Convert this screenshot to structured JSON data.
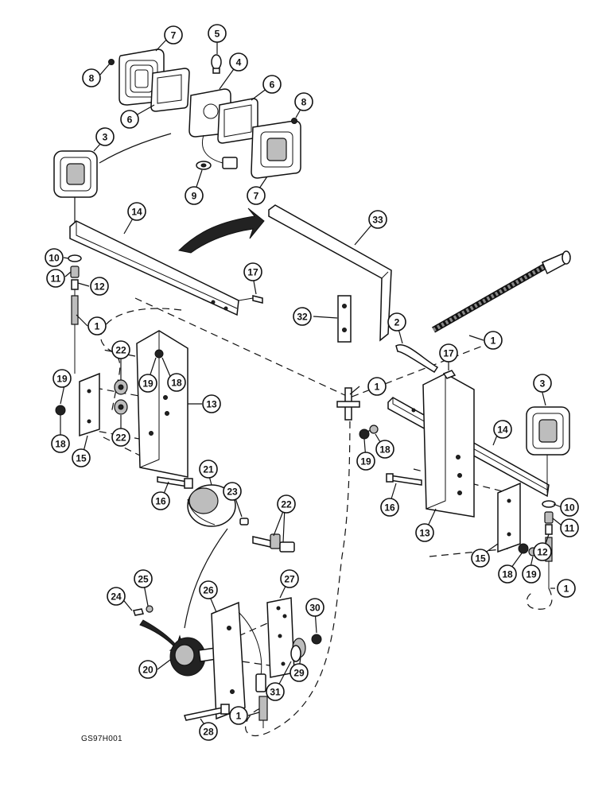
{
  "figure_code": "GS97H001",
  "callouts": [
    {
      "id": "c8a",
      "label": "8"
    },
    {
      "id": "c7a",
      "label": "7"
    },
    {
      "id": "c5",
      "label": "5"
    },
    {
      "id": "c6a",
      "label": "6"
    },
    {
      "id": "c4",
      "label": "4"
    },
    {
      "id": "c6b",
      "label": "6"
    },
    {
      "id": "c8b",
      "label": "8"
    },
    {
      "id": "c3a",
      "label": "3"
    },
    {
      "id": "c9",
      "label": "9"
    },
    {
      "id": "c7b",
      "label": "7"
    },
    {
      "id": "c33",
      "label": "33"
    },
    {
      "id": "c14a",
      "label": "14"
    },
    {
      "id": "c10a",
      "label": "10"
    },
    {
      "id": "c11a",
      "label": "11"
    },
    {
      "id": "c12a",
      "label": "12"
    },
    {
      "id": "c17a",
      "label": "17"
    },
    {
      "id": "c32",
      "label": "32"
    },
    {
      "id": "c1a",
      "label": "1"
    },
    {
      "id": "c2",
      "label": "2"
    },
    {
      "id": "c1b",
      "label": "1"
    },
    {
      "id": "c22a",
      "label": "22"
    },
    {
      "id": "c19a",
      "label": "19"
    },
    {
      "id": "c18a",
      "label": "18"
    },
    {
      "id": "c13a",
      "label": "13"
    },
    {
      "id": "c19b",
      "label": "19"
    },
    {
      "id": "c18b",
      "label": "18"
    },
    {
      "id": "c22b",
      "label": "22"
    },
    {
      "id": "c15a",
      "label": "15"
    },
    {
      "id": "c1c",
      "label": "1"
    },
    {
      "id": "c17b",
      "label": "17"
    },
    {
      "id": "c3b",
      "label": "3"
    },
    {
      "id": "c14b",
      "label": "14"
    },
    {
      "id": "c19c",
      "label": "19"
    },
    {
      "id": "c18c",
      "label": "18"
    },
    {
      "id": "c16a",
      "label": "16"
    },
    {
      "id": "c21",
      "label": "21"
    },
    {
      "id": "c23",
      "label": "23"
    },
    {
      "id": "c22c",
      "label": "22"
    },
    {
      "id": "c16b",
      "label": "16"
    },
    {
      "id": "c10b",
      "label": "10"
    },
    {
      "id": "c13b",
      "label": "13"
    },
    {
      "id": "c11b",
      "label": "11"
    },
    {
      "id": "c15b",
      "label": "15"
    },
    {
      "id": "c12b",
      "label": "12"
    },
    {
      "id": "c18d",
      "label": "18"
    },
    {
      "id": "c19d",
      "label": "19"
    },
    {
      "id": "c1d",
      "label": "1"
    },
    {
      "id": "c25",
      "label": "25"
    },
    {
      "id": "c24",
      "label": "24"
    },
    {
      "id": "c26",
      "label": "26"
    },
    {
      "id": "c27",
      "label": "27"
    },
    {
      "id": "c30",
      "label": "30"
    },
    {
      "id": "c20",
      "label": "20"
    },
    {
      "id": "c29",
      "label": "29"
    },
    {
      "id": "c31",
      "label": "31"
    },
    {
      "id": "c28",
      "label": "28"
    },
    {
      "id": "c1e",
      "label": "1"
    }
  ]
}
